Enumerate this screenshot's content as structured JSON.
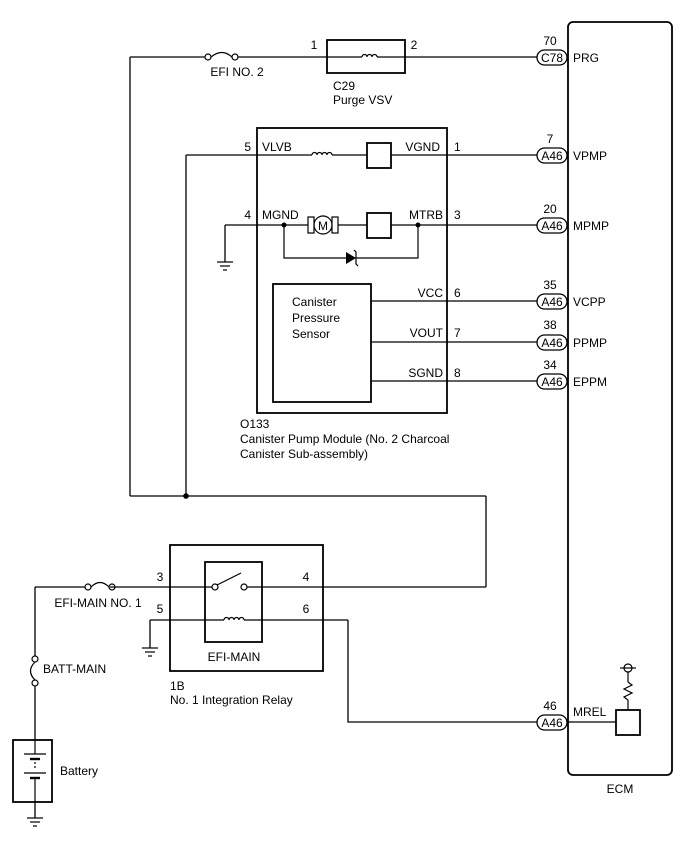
{
  "ecm": {
    "label": "ECM"
  },
  "fuse_efi2": {
    "label": "EFI NO. 2"
  },
  "fuse_efimain": {
    "label": "EFI-MAIN NO. 1"
  },
  "fuse_battmain": {
    "label": "BATT-MAIN"
  },
  "battery": {
    "label": "Battery"
  },
  "vsv": {
    "code": "C29",
    "name": "Purge VSV",
    "pin1": "1",
    "pin2": "2"
  },
  "module": {
    "code": "O133",
    "name_line1": "Canister Pump Module (No. 2 Charcoal",
    "name_line2": "Canister Sub-assembly)",
    "sensor_line1": "Canister",
    "sensor_line2": "Pressure",
    "sensor_line3": "Sensor",
    "pins": [
      {
        "num": "5",
        "name": "VLVB"
      },
      {
        "num": "1",
        "name": "VGND"
      },
      {
        "num": "4",
        "name": "MGND"
      },
      {
        "num": "3",
        "name": "MTRB"
      },
      {
        "num": "6",
        "name": "VCC"
      },
      {
        "num": "7",
        "name": "VOUT"
      },
      {
        "num": "8",
        "name": "SGND"
      }
    ],
    "motor": "M"
  },
  "relay": {
    "code": "1B",
    "name": "No. 1 Integration Relay",
    "inner_label": "EFI-MAIN",
    "pins": [
      "3",
      "4",
      "5",
      "6"
    ]
  },
  "ecm_pins": [
    {
      "num": "70",
      "conn": "C78",
      "name": "PRG"
    },
    {
      "num": "7",
      "conn": "A46",
      "name": "VPMP"
    },
    {
      "num": "20",
      "conn": "A46",
      "name": "MPMP"
    },
    {
      "num": "35",
      "conn": "A46",
      "name": "VCPP"
    },
    {
      "num": "38",
      "conn": "A46",
      "name": "PPMP"
    },
    {
      "num": "34",
      "conn": "A46",
      "name": "EPPM"
    },
    {
      "num": "46",
      "conn": "A46",
      "name": "MREL"
    }
  ]
}
